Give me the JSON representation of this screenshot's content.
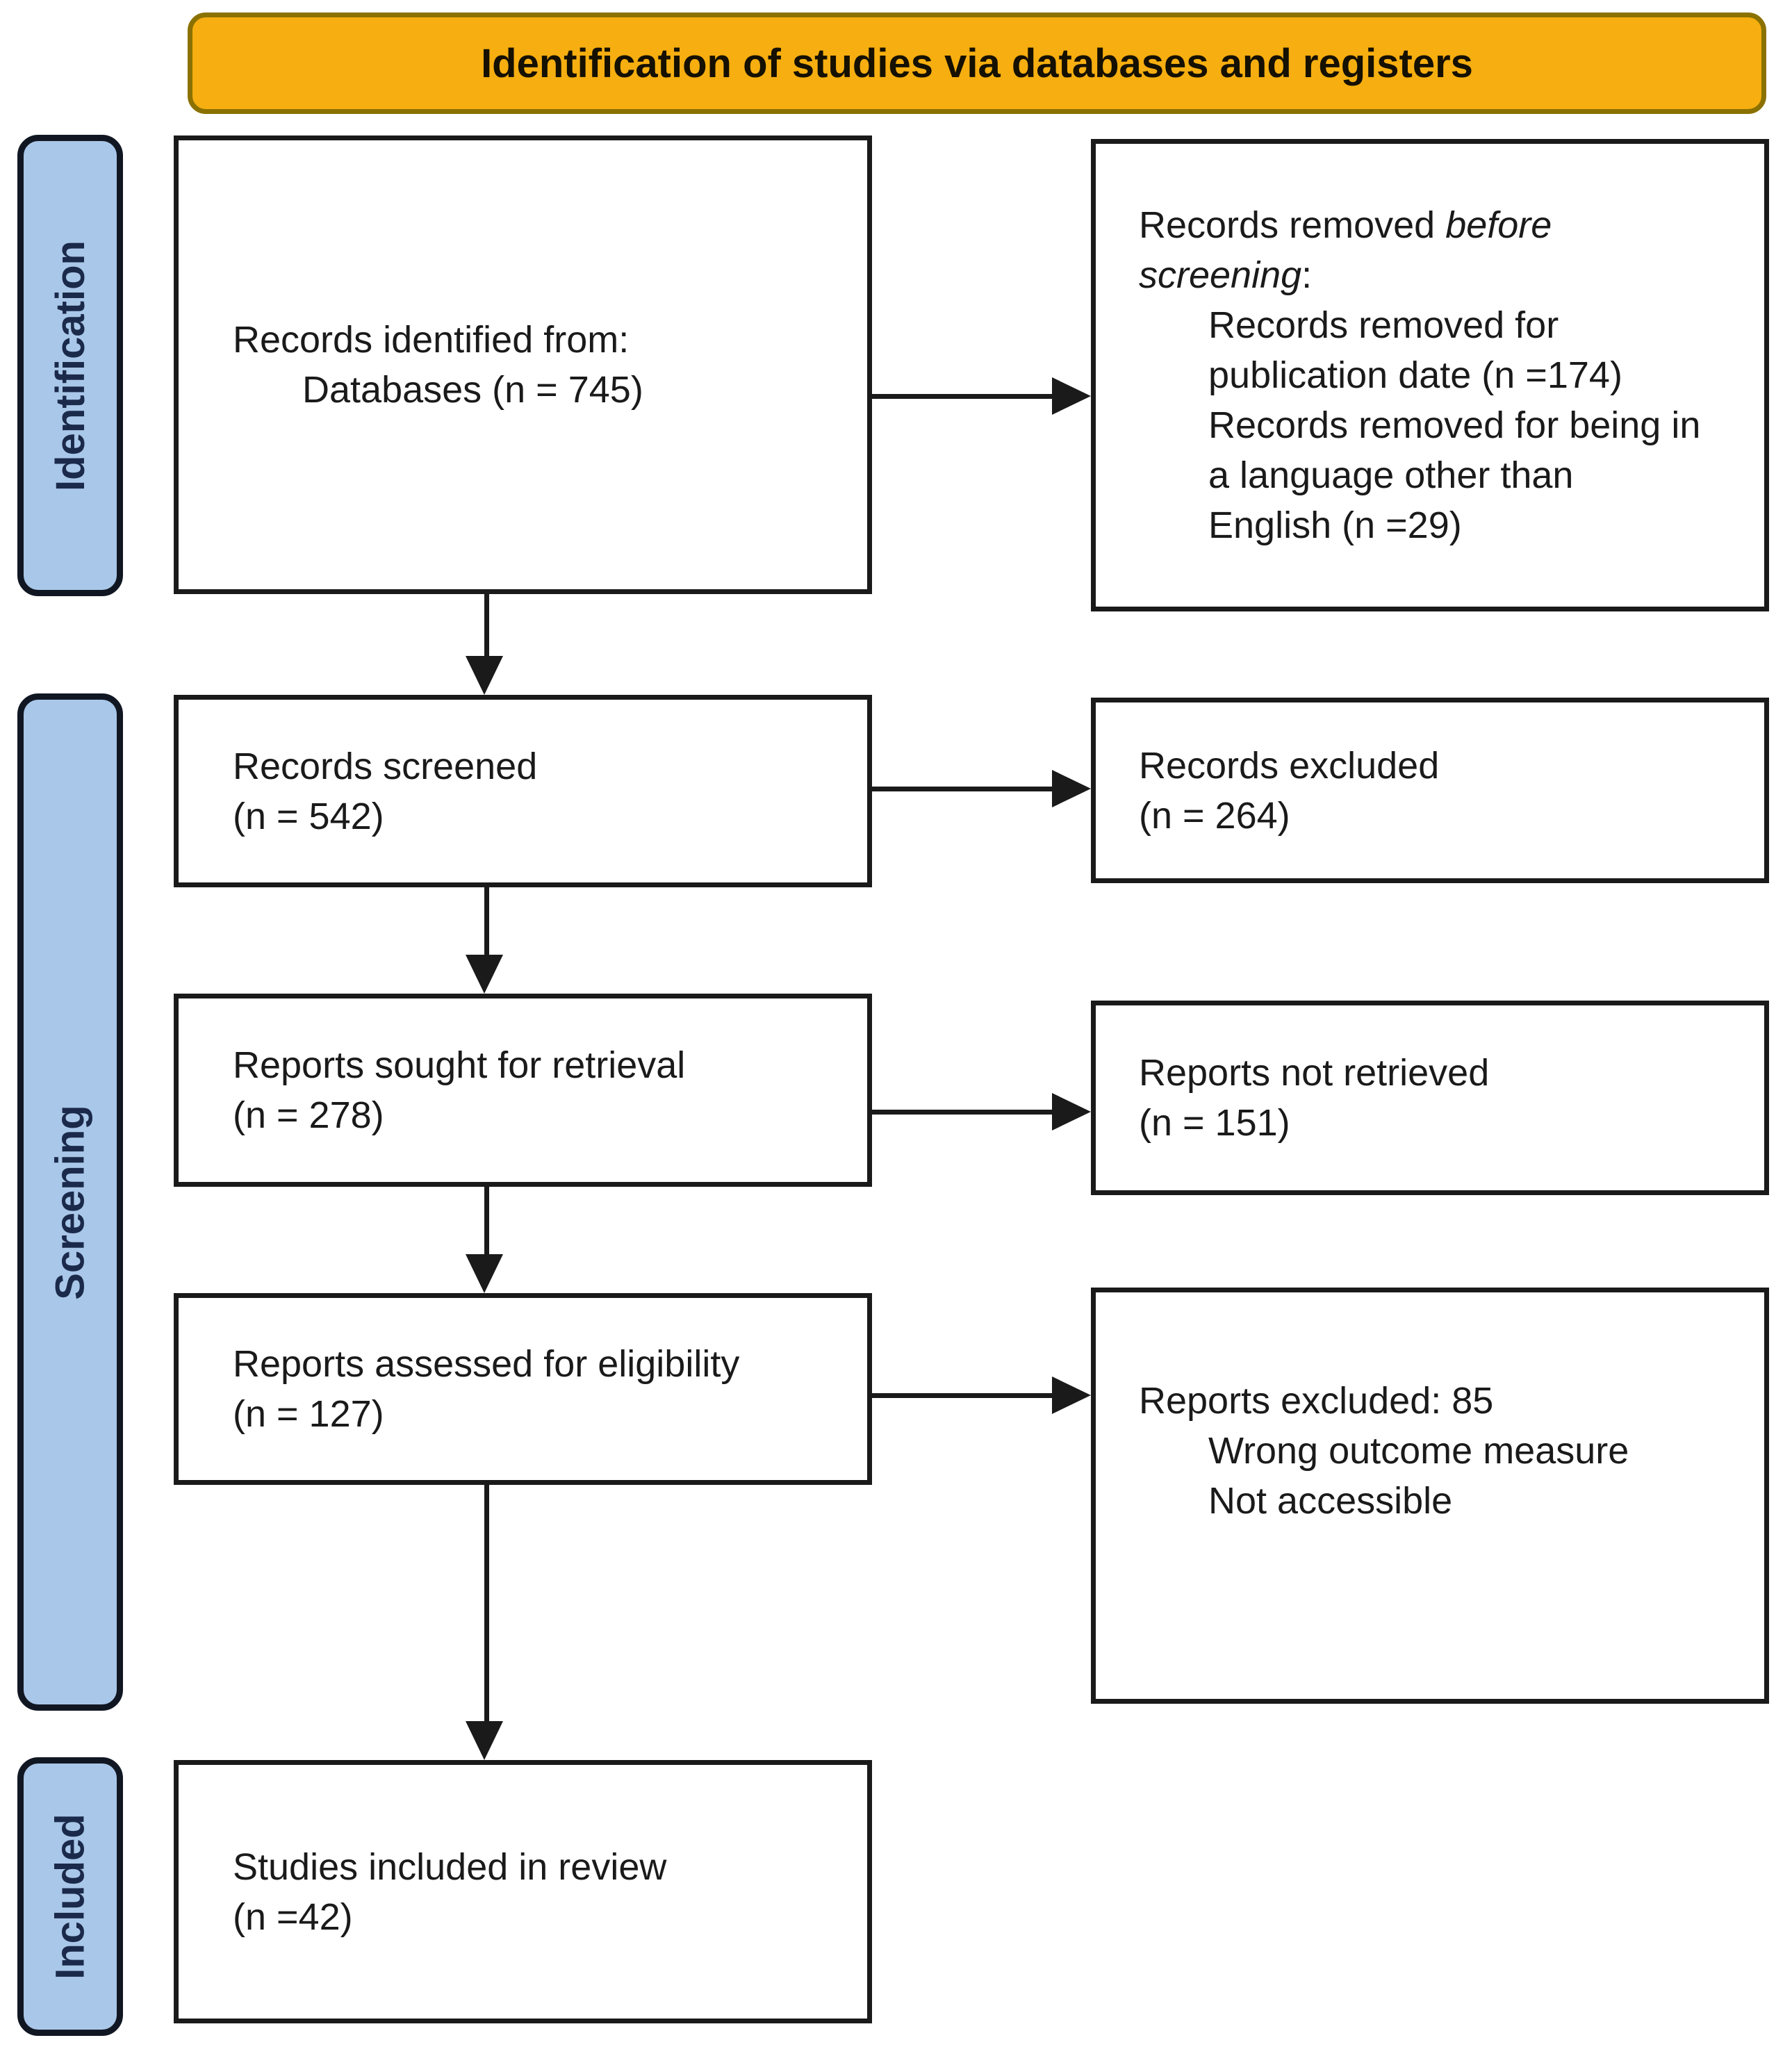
{
  "header": {
    "title": "Identification of studies via databases and registers"
  },
  "sidebar": {
    "identification_label": "Identification",
    "screening_label": "Screening",
    "included_label": "Included"
  },
  "boxes": {
    "records_identified": {
      "line1": "Records identified from:",
      "line2": "Databases (n = 745)"
    },
    "records_removed": {
      "line1_prefix": "Records removed ",
      "line1_italic": "before",
      "line2_italic": "screening",
      "line2_suffix": ":",
      "item1_line1": "Records removed for",
      "item1_line2": "publication date (n =174)",
      "item2_line1": "Records removed for being in",
      "item2_line2": "a language other than",
      "item2_line3": "English (n =29)"
    },
    "records_screened": {
      "line1": "Records screened",
      "line2": "(n = 542)"
    },
    "records_excluded": {
      "line1": "Records excluded",
      "line2": "(n = 264)"
    },
    "reports_sought": {
      "line1": "Reports sought for retrieval",
      "line2": "(n = 278)"
    },
    "reports_not_retrieved": {
      "line1": "Reports not retrieved",
      "line2": "(n = 151)"
    },
    "reports_assessed": {
      "line1": "Reports assessed for eligibility",
      "line2": "(n = 127)"
    },
    "reports_excluded": {
      "line1": "Reports excluded: 85",
      "item1": "Wrong outcome measure",
      "item2": "Not accessible"
    },
    "studies_included": {
      "line1": "Studies included in review",
      "line2": "(n =42)"
    }
  },
  "colors": {
    "header_bg": "#F6AE10",
    "header_border": "#8A7100",
    "sidebar_bg": "#A9C7E9",
    "sidebar_border": "#111722",
    "sidebar_text": "#1B2A4A",
    "box_border": "#1A1A1A",
    "arrow": "#1A1A1A",
    "text": "#1A1A1A",
    "background": "#FFFFFF"
  }
}
